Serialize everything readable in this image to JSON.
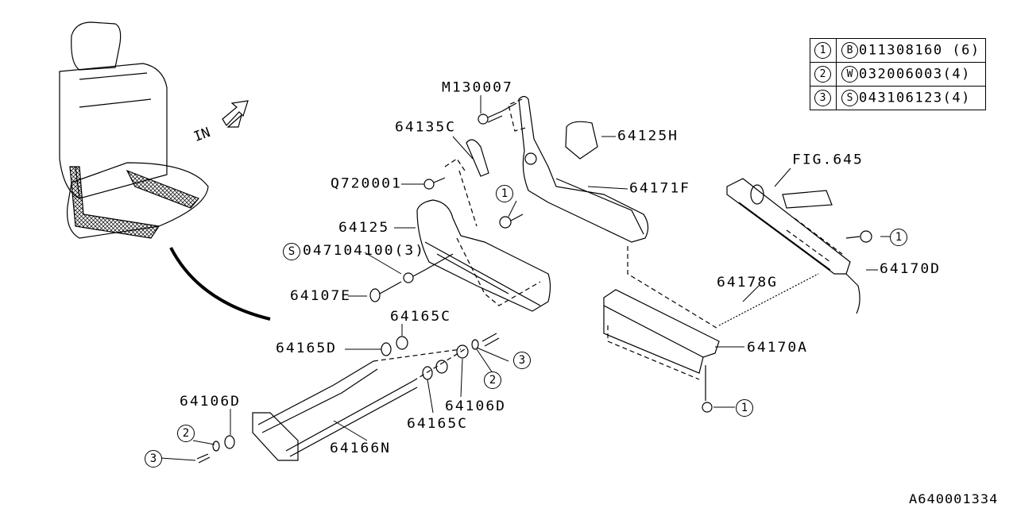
{
  "legend": [
    {
      "ref": "1",
      "type": "B",
      "part": "011308160",
      "qty": "(6)"
    },
    {
      "ref": "2",
      "type": "W",
      "part": "032006003",
      "qty": "(4)"
    },
    {
      "ref": "3",
      "type": "S",
      "part": "043106123",
      "qty": "(4)"
    }
  ],
  "direction_label": "IN",
  "labels": {
    "m130007": "M130007",
    "p64135c": "64135C",
    "p64125h": "64125H",
    "q720001": "Q720001",
    "p64171f": "64171F",
    "fig645": "FIG.645",
    "p64125": "64125",
    "s047104100_prefix": "S",
    "s047104100": "047104100(3)",
    "p64170d": "64170D",
    "p64178g": "64178G",
    "p64107e": "64107E",
    "p64165c_top": "64165C",
    "p64165d": "64165D",
    "p64170a": "64170A",
    "p64106d_right": "64106D",
    "p64165c_bottom": "64165C",
    "p64106d_left": "64106D",
    "p64166n": "64166N"
  },
  "callouts": {
    "c1": "1",
    "c2": "2",
    "c3": "3"
  },
  "diagram_id": "A640001334"
}
